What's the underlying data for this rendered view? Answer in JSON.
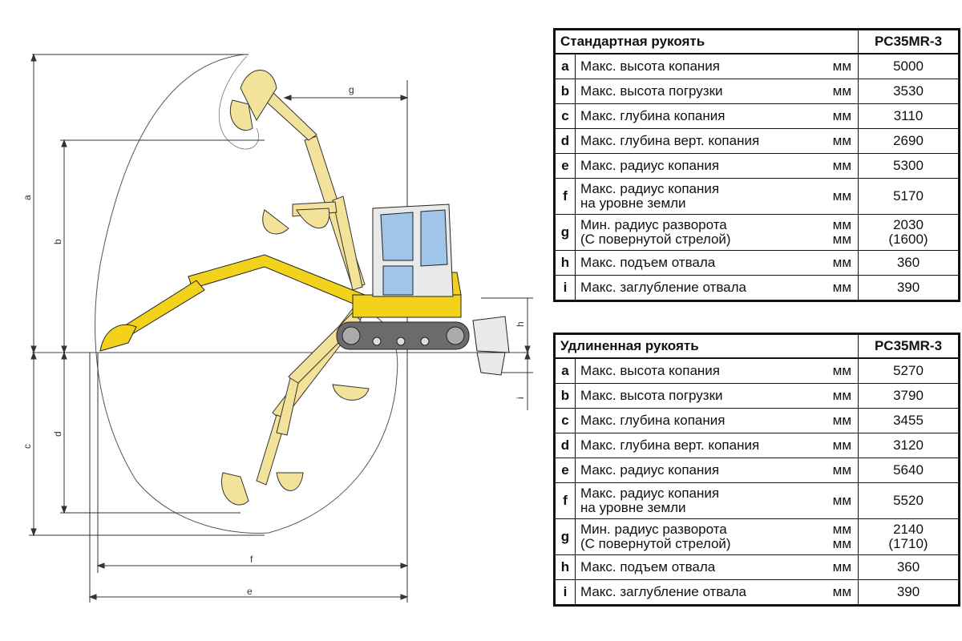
{
  "diagram": {
    "dimension_letters": [
      "a",
      "b",
      "c",
      "d",
      "e",
      "f",
      "g",
      "h",
      "i"
    ]
  },
  "colors": {
    "machine": "#f2d21a",
    "arm": "#f3e39a",
    "cab_glass": "#9fc6e8",
    "track": "#6b6b6b"
  },
  "tables": [
    {
      "title": "Стандартная рукоять",
      "model": "PC35MR-3",
      "rows": [
        {
          "letter": "a",
          "label": "Макс. высота копания",
          "unit": "мм",
          "value": "5000"
        },
        {
          "letter": "b",
          "label": "Макс. высота погрузки",
          "unit": "мм",
          "value": "3530"
        },
        {
          "letter": "c",
          "label": "Макс. глубина копания",
          "unit": "мм",
          "value": "3110"
        },
        {
          "letter": "d",
          "label": "Макс. глубина верт. копания",
          "unit": "мм",
          "value": "2690"
        },
        {
          "letter": "e",
          "label": "Макс. радиус копания",
          "unit": "мм",
          "value": "5300"
        },
        {
          "letter": "f",
          "label": "Макс. радиус копания",
          "label2": "на уровне земли",
          "unit": "мм",
          "value": "5170"
        },
        {
          "letter": "g",
          "label": "Мин. радиус разворота",
          "label2": "(С повернутой стрелой)",
          "unit": "мм",
          "unit2": "мм",
          "value": "2030",
          "value2": "(1600)"
        },
        {
          "letter": "h",
          "label": "Макс. подъем отвала",
          "unit": "мм",
          "value": "360"
        },
        {
          "letter": "i",
          "label": "Макс. заглубление отвала",
          "unit": "мм",
          "value": "390"
        }
      ]
    },
    {
      "title": "Удлиненная рукоять",
      "model": "PC35MR-3",
      "rows": [
        {
          "letter": "a",
          "label": "Макс. высота копания",
          "unit": "мм",
          "value": "5270"
        },
        {
          "letter": "b",
          "label": "Макс. высота погрузки",
          "unit": "мм",
          "value": "3790"
        },
        {
          "letter": "c",
          "label": "Макс. глубина копания",
          "unit": "мм",
          "value": "3455"
        },
        {
          "letter": "d",
          "label": "Макс. глубина верт. копания",
          "unit": "мм",
          "value": "3120"
        },
        {
          "letter": "e",
          "label": "Макс. радиус копания",
          "unit": "мм",
          "value": "5640"
        },
        {
          "letter": "f",
          "label": "Макс. радиус копания",
          "label2": "на уровне земли",
          "unit": "мм",
          "value": "5520"
        },
        {
          "letter": "g",
          "label": "Мин. радиус разворота",
          "label2": "(С повернутой стрелой)",
          "unit": "мм",
          "unit2": "мм",
          "value": "2140",
          "value2": "(1710)"
        },
        {
          "letter": "h",
          "label": "Макс. подъем отвала",
          "unit": "мм",
          "value": "360"
        },
        {
          "letter": "i",
          "label": "Макс. заглубление отвала",
          "unit": "мм",
          "value": "390"
        }
      ]
    }
  ]
}
